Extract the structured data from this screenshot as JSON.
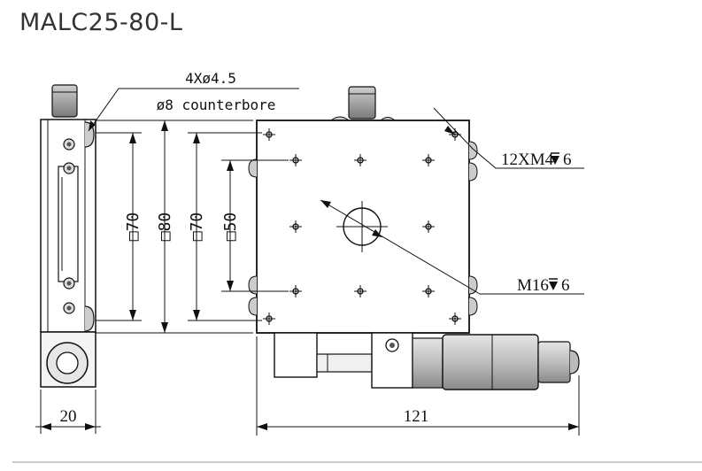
{
  "title": "MALC25-80-L",
  "annotations": {
    "holes_count": "4Xø4.5",
    "counterbore": "ø8 counterbore",
    "tapped_holes": "12XM4",
    "tapped_depth": "6",
    "center_thread": "M16",
    "center_depth": "6"
  },
  "dimensions": {
    "side_70": "□70",
    "side_80": "□80",
    "inner_70": "□70",
    "inner_50": "□50",
    "width_side": "20",
    "width_total": "121"
  },
  "colors": {
    "line": "#111111",
    "body": "#ffffff",
    "shade": "#9a9a9a"
  }
}
